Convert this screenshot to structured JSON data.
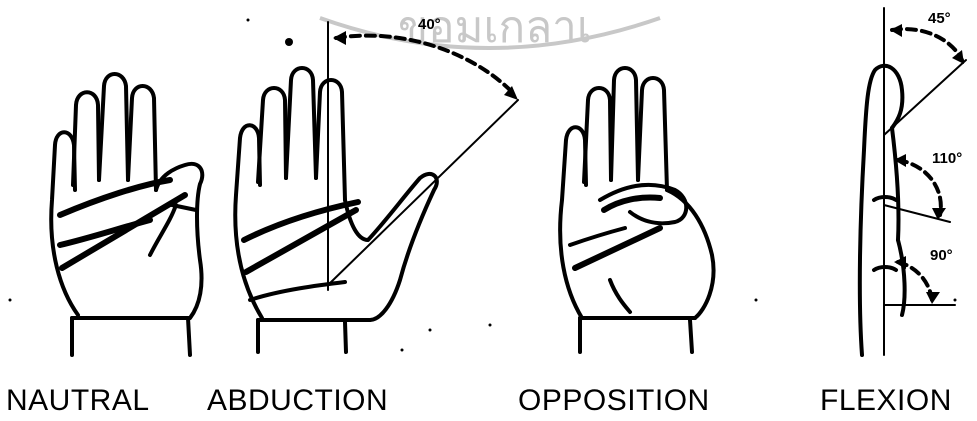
{
  "watermark": {
    "text": "ขอมเกลาเ",
    "ring_color": "#c8c8c8"
  },
  "panels": [
    {
      "id": "neutral",
      "caption": "NAUTRAL",
      "angle_label": ""
    },
    {
      "id": "abduction",
      "caption": "ABDUCTION",
      "angle_label": "40°"
    },
    {
      "id": "opposition",
      "caption": "OPPOSITION",
      "angle_label": ""
    },
    {
      "id": "flexion",
      "caption": "FLEXION",
      "angle_labels": [
        "45°",
        "110°",
        "90°"
      ]
    }
  ],
  "colors": {
    "ink": "#000000",
    "background": "#ffffff"
  }
}
